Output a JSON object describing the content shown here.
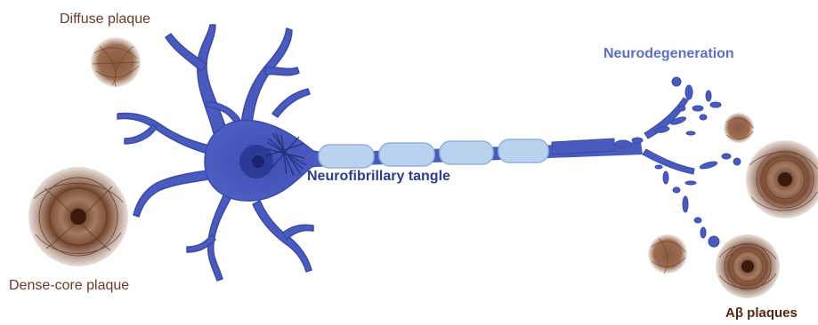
{
  "labels": {
    "diffuse_plaque": "Diffuse plaque",
    "dense_core_plaque": "Dense-core plaque",
    "neurofibrillary_tangle": "Neurofibrillary tangle",
    "neurodegeneration": "Neurodegeneration",
    "abeta_plaques": "Aβ plaques"
  },
  "colors": {
    "neuron": "#4a5bbf",
    "neuron_dark": "#2c3a8f",
    "myelin": "#b9d3ee",
    "plaque": "#7a4a33",
    "plaque_core": "#4a2415"
  }
}
